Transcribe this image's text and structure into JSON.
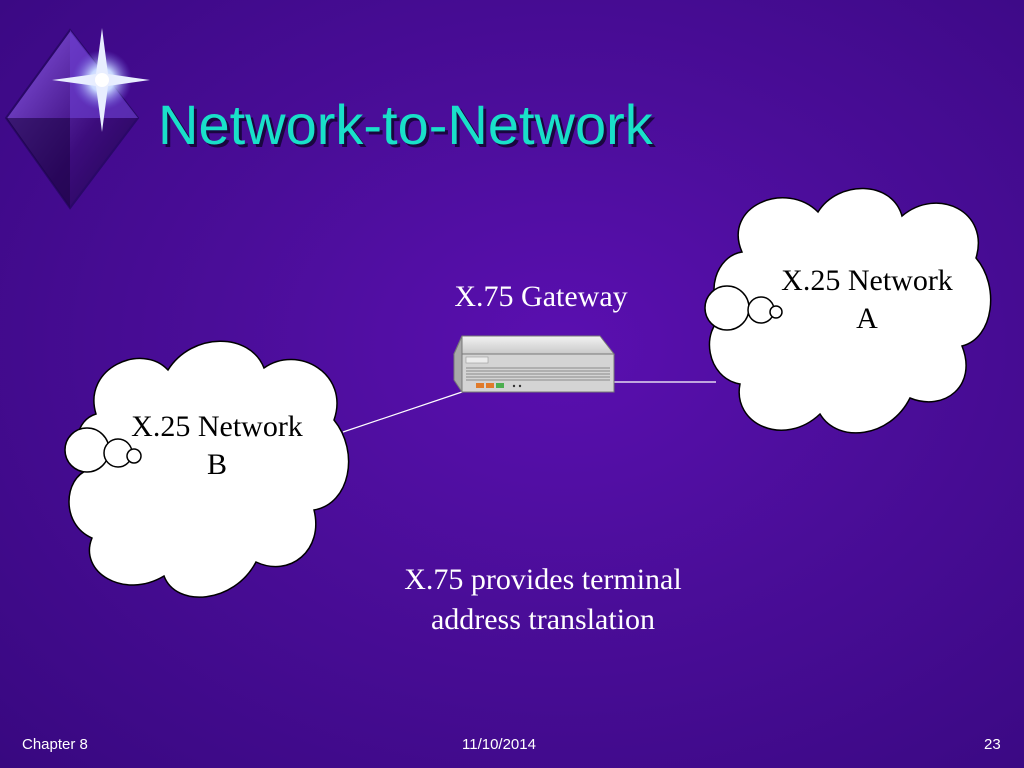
{
  "slide": {
    "title": "Network-to-Network",
    "network_a": {
      "line1": "X.25 Network",
      "line2": "A"
    },
    "network_b": {
      "line1": "X.25 Network",
      "line2": "B"
    },
    "gateway": "X.75 Gateway",
    "note": {
      "line1": "X.75 provides terminal",
      "line2": "address translation"
    },
    "footer": {
      "chapter": "Chapter 8",
      "date": "11/10/2014",
      "page": "23"
    }
  },
  "colors": {
    "background": "#4a0d98",
    "title": "#19e0c9",
    "cloud_fill": "#ffffff",
    "text_light": "#ffffff"
  },
  "icons": {
    "logo": "star-diamond-icon",
    "gateway": "router-device-icon"
  }
}
